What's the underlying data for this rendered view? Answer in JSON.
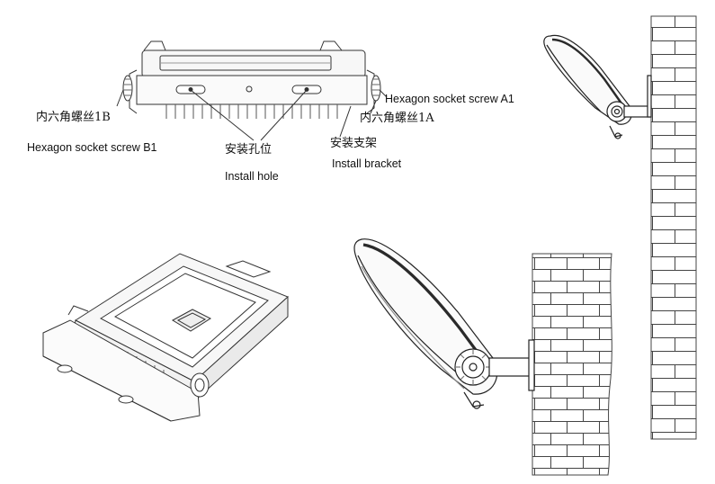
{
  "labels": {
    "screw_a1_en": "Hexagon socket screw A1",
    "screw_b1_cn": "内六角螺丝1B",
    "screw_a1_cn": "内六角螺丝1A",
    "screw_b1_en": "Hexagon socket screw B1",
    "install_hole_cn": "安装孔位",
    "install_hole_en": "Install hole",
    "install_bracket_cn": "安装支架",
    "install_bracket_en": "Install bracket"
  },
  "colors": {
    "line": "#333333",
    "thin_line": "#777777",
    "housing_fill": "#f4f4f4",
    "dark_frame": "#2a2a2a",
    "brick_line": "#444444"
  }
}
